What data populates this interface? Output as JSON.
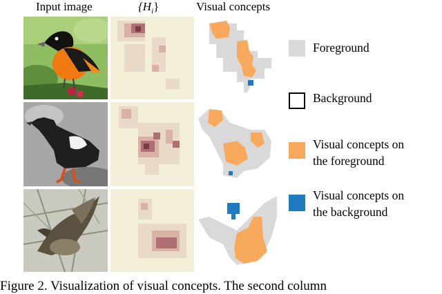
{
  "headers": {
    "input_image": "Input image",
    "heatmap": "{H",
    "heatmap_sub": "i",
    "heatmap_close": "}",
    "visual_concepts": "Visual concepts"
  },
  "legend": [
    {
      "label_1": "Foreground",
      "label_2": "",
      "color": "#d9d9d9"
    },
    {
      "label_1": "Background",
      "label_2": "",
      "color": "#ffffff"
    },
    {
      "label_1": "Visual concepts on",
      "label_2": "the foreground",
      "color": "#f9a95b"
    },
    {
      "label_1": "Visual concepts on",
      "label_2": "the background",
      "color": "#1f7bbf"
    }
  ],
  "colors": {
    "foreground": "#d9d9d9",
    "fg_concept": "#f9a95b",
    "bg_concept": "#1f7bbf",
    "heat_base": "#f3eed8"
  },
  "caption": "Figure 2. Visualization of visual concepts. The second column"
}
